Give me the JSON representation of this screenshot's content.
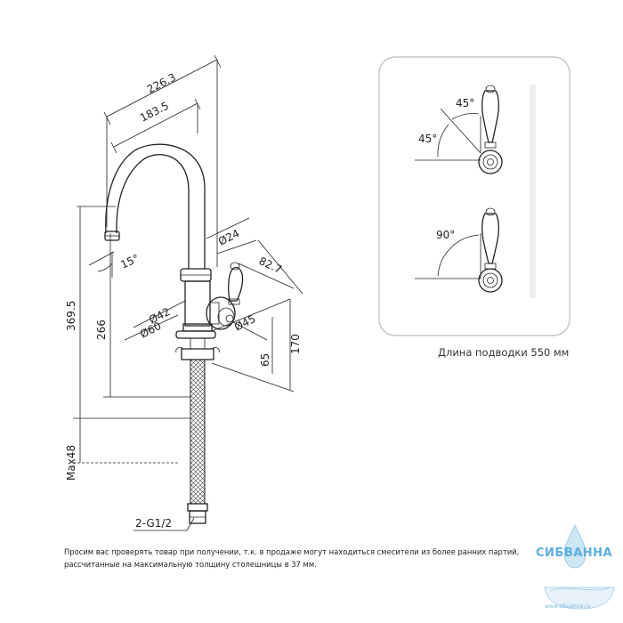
{
  "dimensions": {
    "d226": "226.3",
    "d183": "183.5",
    "d24": "Ø24",
    "d15": "15°",
    "d82": "82.7",
    "d42": "Ø42",
    "d60": "Ø60",
    "d45d": "Ø45",
    "d369": "369.5",
    "d266": "266",
    "d170": "170",
    "d65": "65",
    "dmax": "Max48",
    "dg": "2-G1/2"
  },
  "inset": {
    "a1": "45°",
    "a2": "45°",
    "a3": "90°",
    "caption": "Длина подводки 550 мм"
  },
  "note": {
    "line1": "Просим вас проверять товар при получении, т.к. в продаже могут находиться смесители из более ранних партий,",
    "line2": "рассчитанные на максимальную толщину столешницы в 37 мм."
  },
  "brand": {
    "name": "СИБВАННА",
    "site": "www.sibvanna.ru"
  },
  "colors": {
    "line": "#222222",
    "brand": "#5aaee0",
    "inset_border": "#bbbbbb"
  }
}
